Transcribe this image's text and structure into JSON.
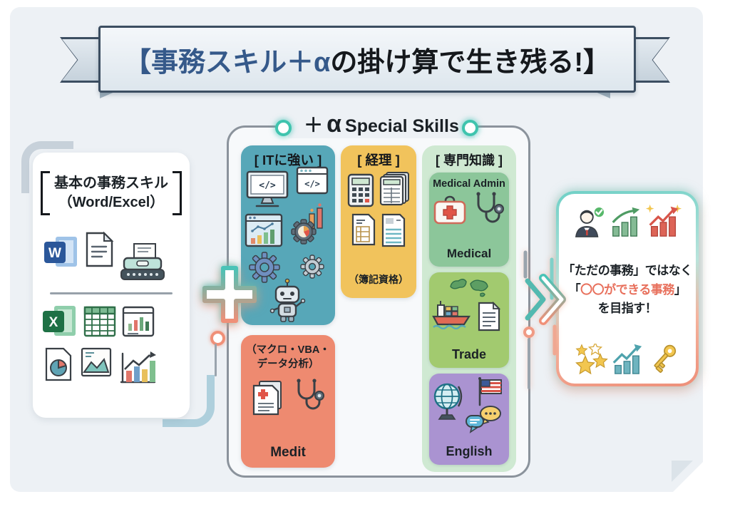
{
  "banner": {
    "title_blue": "【事務スキル＋α",
    "title_black": "の掛け算で生き残る!】"
  },
  "basic": {
    "title_line1": "基本の事務スキル",
    "title_line2": "（Word/Excel）"
  },
  "special": {
    "header_plus": "＋",
    "header_alpha": "α",
    "header_rest": "Special Skills",
    "it": {
      "header": "[ ITに強い ]"
    },
    "accounting": {
      "header": "[ 経理 ]",
      "note": "（簿記資格）"
    },
    "expert": {
      "header": "[ 専門知識 ]",
      "medical": {
        "title": "Medical Admin",
        "label": "Medical"
      },
      "trade": {
        "label": "Trade"
      },
      "english": {
        "label": "English"
      }
    },
    "macro": {
      "note_line1": "（マクロ・VBA・",
      "note_line2": "データ分析）",
      "label": "Medit"
    }
  },
  "goal": {
    "line1": "「ただの事務」ではなく",
    "line2_open": "「",
    "line2_highlight": "〇〇ができる事務",
    "line2_close": "」",
    "line3": "を目指す！"
  },
  "icons": {
    "word_letter": "W",
    "excel_letter": "X",
    "code_glyph": "</>",
    "left_panel": [
      "word-icon",
      "document-icon",
      "typewriter-icon",
      "excel-icon",
      "spreadsheet-icon",
      "chart-window-icon",
      "pie-document-icon",
      "image-chart-icon",
      "bar-growth-icon"
    ],
    "it_panel": [
      "monitor-code-icon",
      "window-code-icon",
      "window-chart-icon",
      "gear-chart-icon",
      "gear-icon",
      "robot-icon"
    ],
    "accounting_panel": [
      "calculator-icon",
      "ledger-icon",
      "invoice-icon",
      "receipt-icon"
    ],
    "expert_panel": [
      "first-aid-kit-icon",
      "stethoscope-icon",
      "world-map-icon",
      "cargo-ship-icon",
      "document-icon",
      "globe-icon",
      "us-flag-icon",
      "speech-bubbles-icon"
    ],
    "macro_panel": [
      "medical-documents-icon",
      "stethoscope-icon"
    ],
    "goal_panel": [
      "businessman-check-icon",
      "growth-chart-green-icon",
      "growth-chart-red-icon",
      "stars-icon",
      "growth-chart-teal-icon",
      "key-icon"
    ]
  },
  "colors": {
    "card_bg": "#edf1f5",
    "banner_navy": "#35598a",
    "teal_box": "#57a7b8",
    "yellow_box": "#f1c35c",
    "expert_bg": "#cfe9d2",
    "medical_green": "#8cc69a",
    "trade_green": "#a2ca6f",
    "english_purple": "#aa93d1",
    "orange_box": "#ee8a70",
    "accent_teal": "#49c3b7",
    "accent_salmon": "#f09078",
    "highlight_red": "#e8705c"
  }
}
